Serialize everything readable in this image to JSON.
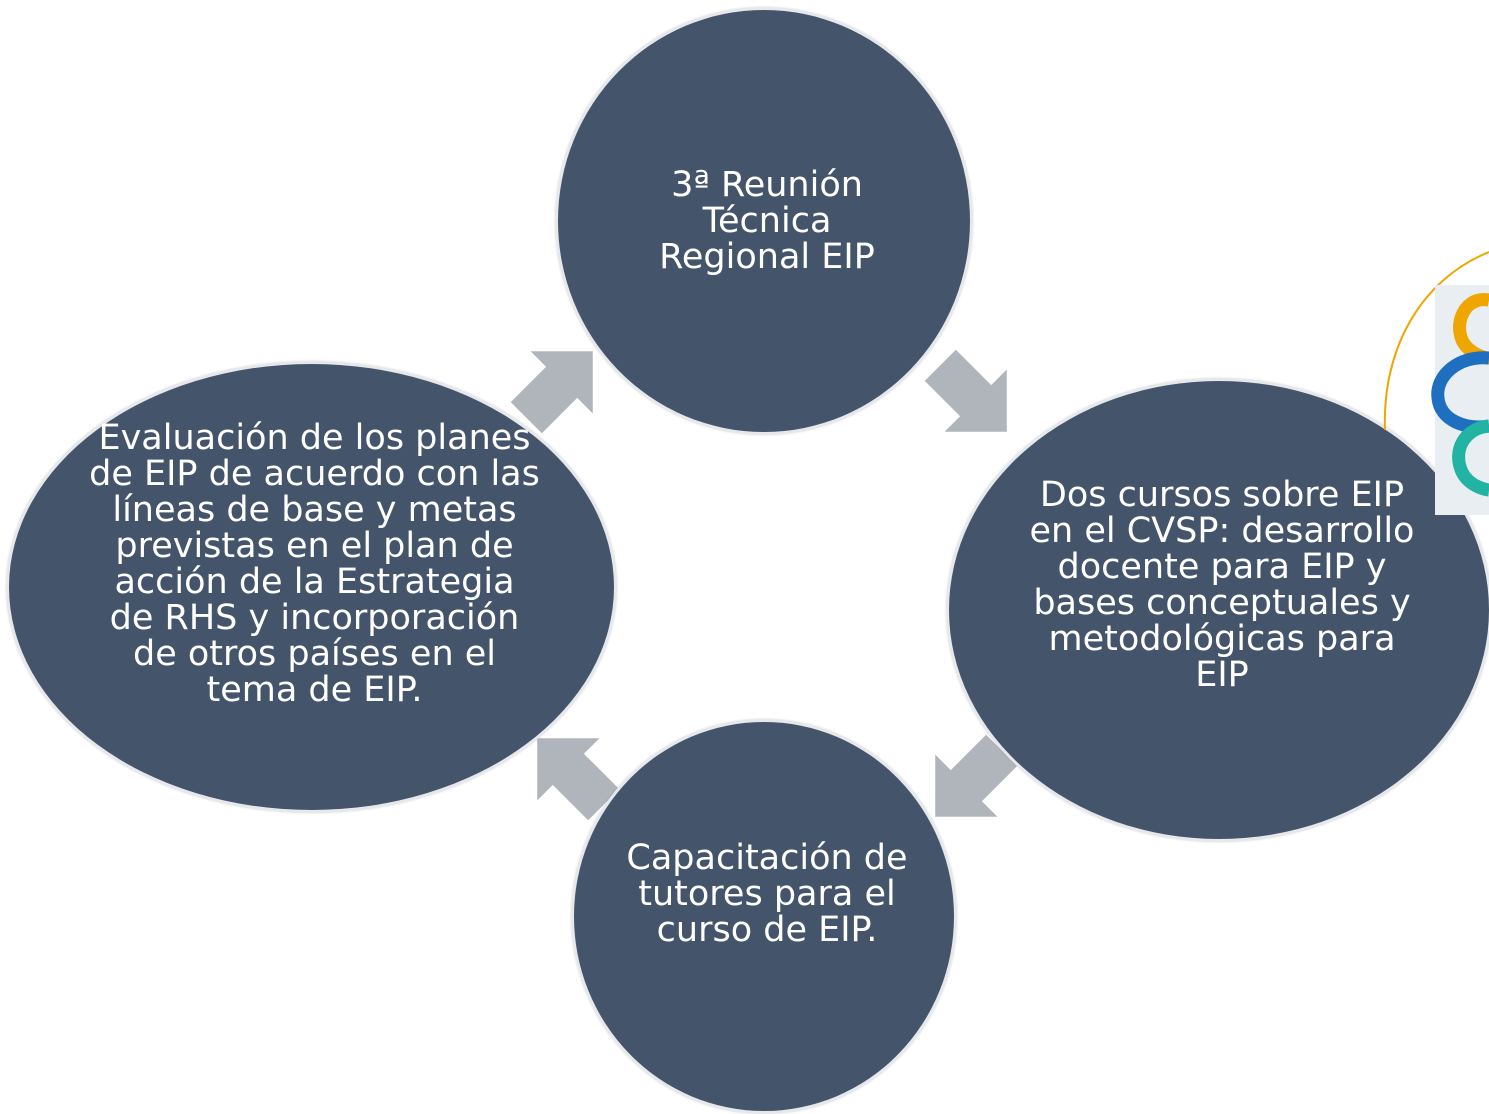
{
  "diagram": {
    "nodes": {
      "top": "3ª Reunión Técnica Regional EIP",
      "right": "Dos cursos sobre EIP en el CVSP: desarrollo docente para EIP y bases conceptuales y metodológicas para EIP",
      "bottom": "Capacitación de tutores para el curso de EIP.",
      "left": "Evaluación de los planes de EIP de acuerdo con las líneas de base y metas previstas en el plan de acción de la Estrategia de RHS y incorporación de otros países en el tema de EIP."
    },
    "colors": {
      "node_fill": "#44546a",
      "node_border": "#e6e8ec",
      "arrow": "#b0b5bc",
      "logo_orange": "#f0a600",
      "logo_blue": "#1f6fc0",
      "logo_teal": "#22b3a3"
    },
    "icons": [
      "cycle-arrow",
      "partial-logo"
    ]
  }
}
